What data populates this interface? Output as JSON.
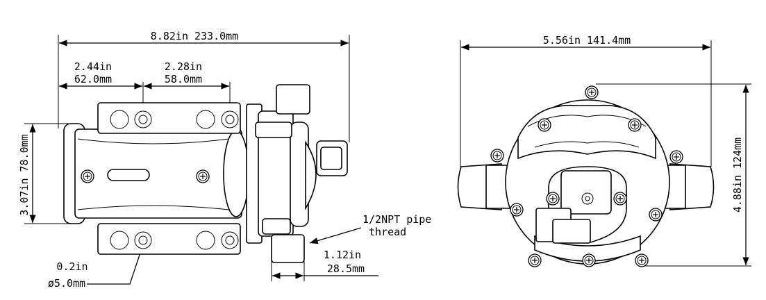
{
  "dimensions": {
    "overall_length": {
      "in": "8.82in",
      "mm": "233.0mm"
    },
    "mount_left_offset": {
      "in": "2.44in",
      "mm": "62.0mm"
    },
    "mount_spacing": {
      "in": "2.28in",
      "mm": "58.0mm"
    },
    "mount_height": {
      "in": "3.07in",
      "mm": "78.0mm"
    },
    "hole": {
      "in": "0.2in",
      "mm": "ø5.0mm"
    },
    "outlet_offset": {
      "in": "1.12in",
      "mm": "28.5mm"
    },
    "front_width": {
      "in": "5.56in",
      "mm": "141.4mm"
    },
    "front_height": {
      "in": "4.88in",
      "mm": "124mm"
    }
  },
  "notes": {
    "thread_line1": "1/2NPT pipe",
    "thread_line2": "thread"
  }
}
